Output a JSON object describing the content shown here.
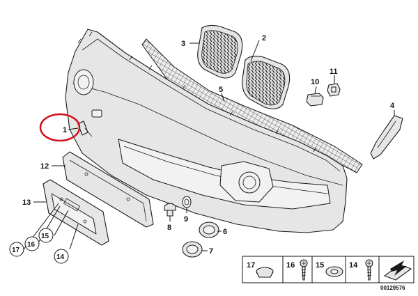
{
  "labels": {
    "l1": "1",
    "l2": "2",
    "l3": "3",
    "l4": "4",
    "l5": "5",
    "l6": "6",
    "l7": "7",
    "l8": "8",
    "l9": "9",
    "l10": "10",
    "l11": "11",
    "l12": "12",
    "l13": "13",
    "l14": "14",
    "l15": "15",
    "l16": "16",
    "l17": "17"
  },
  "legend": {
    "k17": "17",
    "k16": "16",
    "k15": "15",
    "k14": "14"
  },
  "document_number": "00129576",
  "colors": {
    "highlight": "#d0101a",
    "line": "#1a1a1a",
    "part_fill": "#e6e6e6"
  }
}
